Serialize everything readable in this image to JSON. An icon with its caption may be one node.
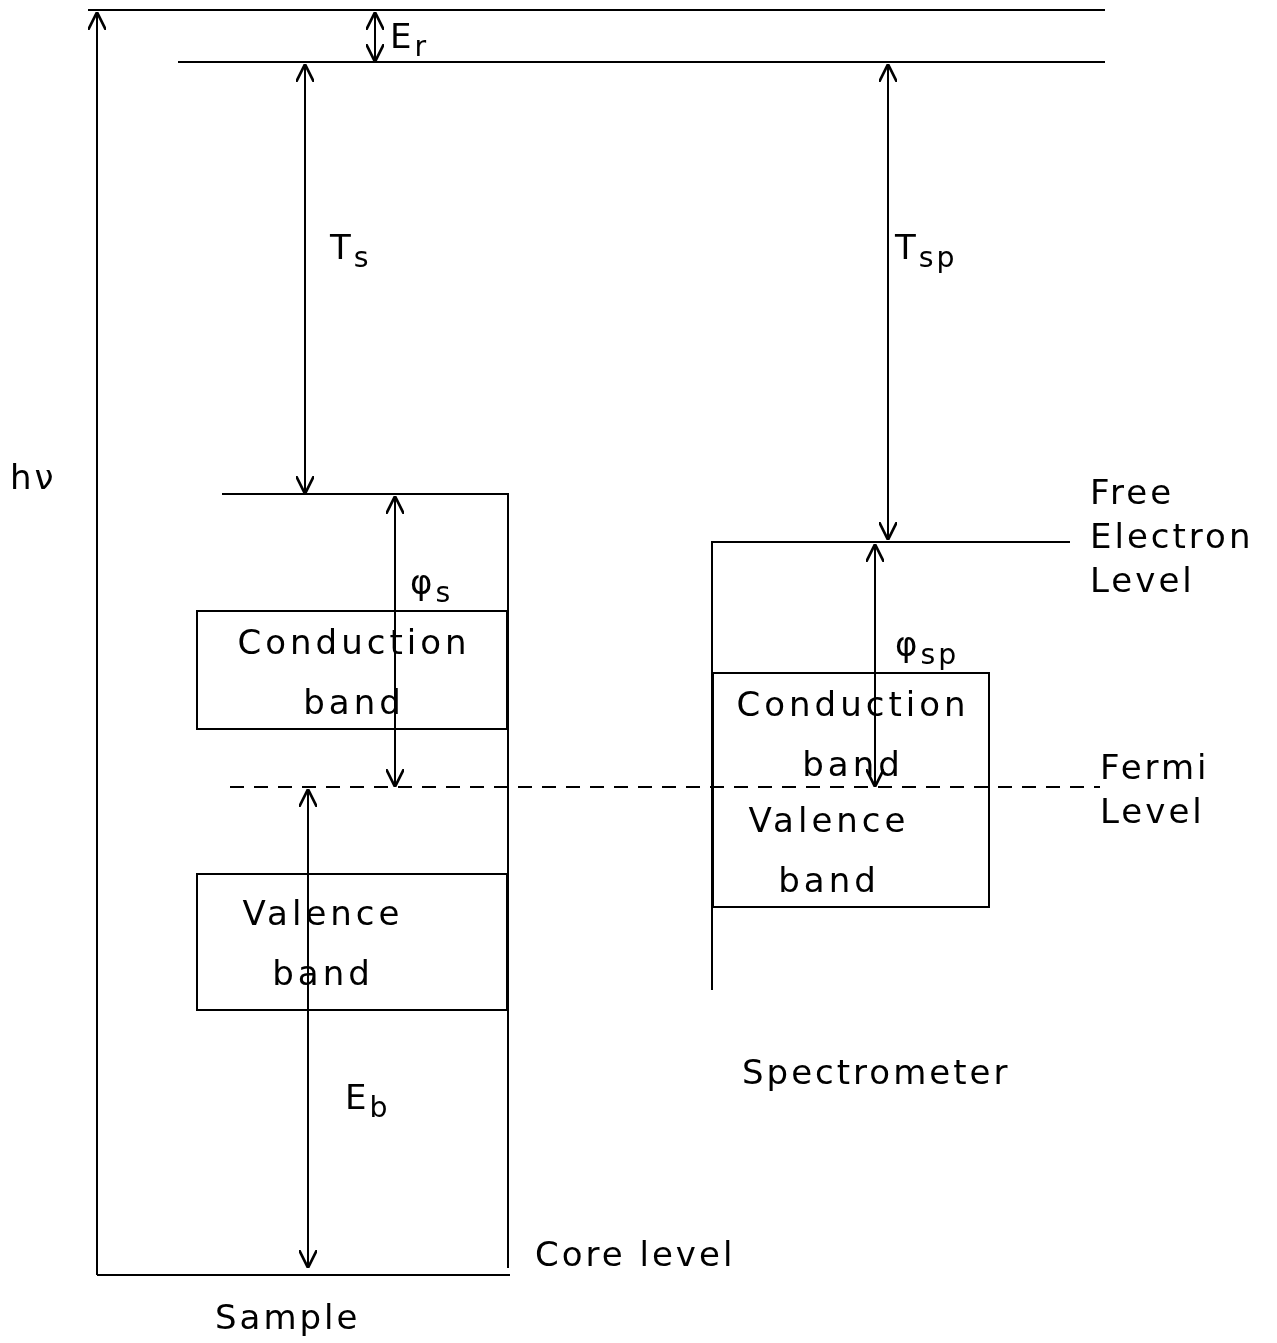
{
  "diagram": {
    "nodes": [
      {
        "text": [
          "Conduction band"
        ]
      },
      {
        "text": [
          "Valence band"
        ]
      },
      {
        "text": [
          "Conduction band",
          "Valence band"
        ]
      }
    ],
    "labels": [
      "E$_{r}$",
      "T$_{s}$",
      "T$_{sp}$",
      "hν",
      "Free Electron Level",
      "φ$_{s}$",
      "φ$_{sp}$",
      "Fermi Level",
      "E$_{b}$",
      "Core level",
      "Spectrometer",
      "Sample"
    ]
  }
}
